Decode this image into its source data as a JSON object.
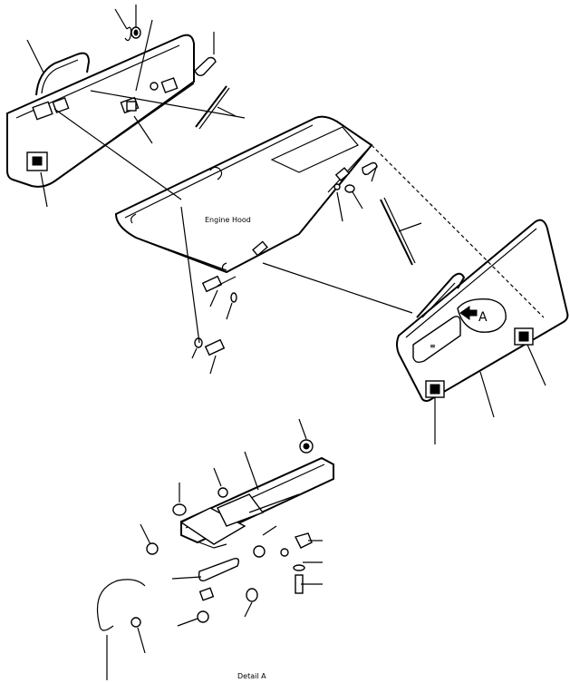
{
  "labels": {
    "engine_hood": "Engine Hood",
    "detail_a_marker": "A",
    "detail_a_caption": "Detail A"
  }
}
